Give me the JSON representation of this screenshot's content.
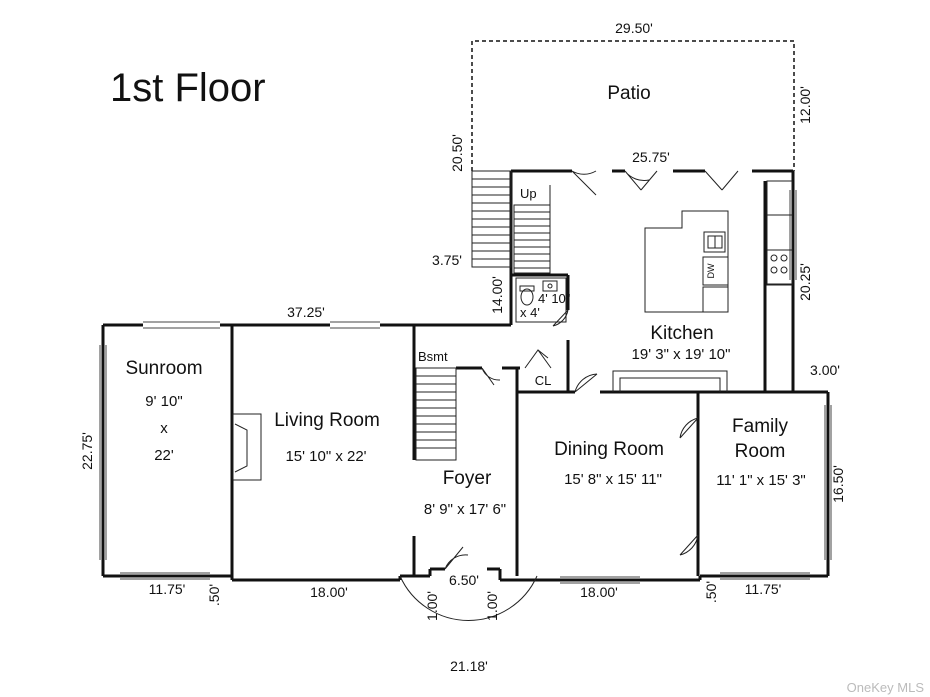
{
  "title": "1st Floor",
  "rooms": {
    "patio": {
      "name": "Patio"
    },
    "kitchen": {
      "name": "Kitchen",
      "size": "19' 3\" x 19' 10\""
    },
    "sunroom": {
      "name": "Sunroom",
      "size_w": "9' 10\"",
      "size_x": "x",
      "size_l": "22'"
    },
    "living": {
      "name": "Living Room",
      "size": "15' 10\" x 22'"
    },
    "foyer": {
      "name": "Foyer",
      "size": "8' 9\" x 17' 6\""
    },
    "dining": {
      "name": "Dining Room",
      "size": "15' 8\" x 15' 11\""
    },
    "family": {
      "name1": "Family",
      "name2": "Room",
      "size": "11' 1\" x 15' 3\""
    },
    "bath": {
      "size1": "4' 10\"",
      "size2": "x 4'"
    }
  },
  "labels": {
    "up": "Up",
    "bsmt": "Bsmt",
    "cl": "CL",
    "dw": "DW"
  },
  "dimensions": {
    "patio_top": "29.50'",
    "patio_right": "12.00'",
    "patio_left": "20.50'",
    "kitchen_top": "25.75'",
    "stair_out": "3.75'",
    "bath_side": "14.00'",
    "kitchen_right": "20.25'",
    "offset_right": "3.00'",
    "top_left": "37.25'",
    "left_side": "22.75'",
    "family_right": "16.50'",
    "bottom_left": "11.75'",
    "bottom_left_offset": ".50'",
    "bottom_living": "18.00'",
    "entry_width": "6.50'",
    "entry_left": "1.00'",
    "entry_right": "1.00'",
    "bottom_dining": "18.00'",
    "bottom_right_offset": ".50'",
    "bottom_right": "11.75'",
    "entry_arc": "21.18'"
  },
  "watermark": "OneKey MLS"
}
